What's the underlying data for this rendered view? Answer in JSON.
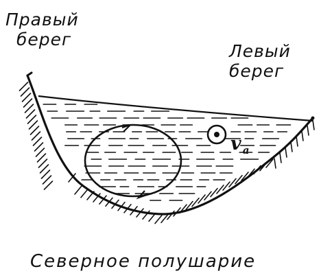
{
  "labels": {
    "right_bank_line1": "Правый",
    "right_bank_line2": "берег",
    "left_bank_line1": "Левый",
    "left_bank_line2": "берег",
    "velocity_symbol": "v",
    "velocity_subscript": "a",
    "caption": "Северное полушарие"
  },
  "colors": {
    "ink": "#111111",
    "background": "#ffffff"
  },
  "icons": {
    "velocity_marker": "circle-dot-icon",
    "circulation": "circulation-loop-icon"
  }
}
